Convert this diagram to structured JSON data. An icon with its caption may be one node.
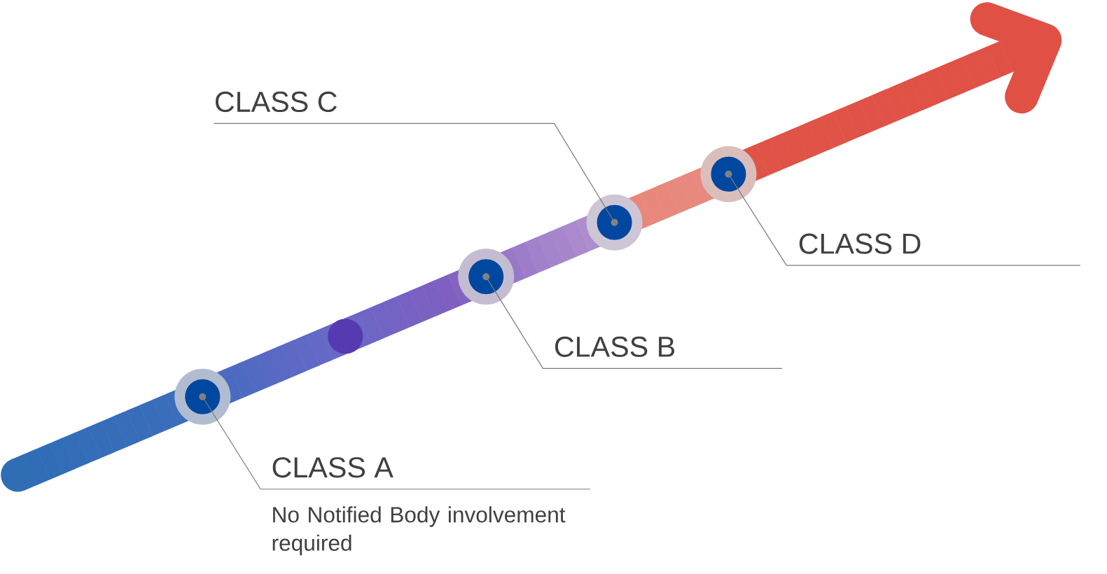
{
  "diagram": {
    "nodes": [
      {
        "text": [],
        "shape": "circle"
      },
      {
        "text": [],
        "shape": "circle"
      },
      {
        "text": [],
        "shape": "circle"
      },
      {
        "text": [],
        "shape": "circle"
      },
      {
        "text": [],
        "shape": "circle"
      },
      {
        "text": [
          "CLASS A"
        ],
        "beside": [
          "No Notified Body involvement required"
        ]
      },
      {
        "text": [
          "CLASS B"
        ]
      },
      {
        "text": [
          "CLASS C"
        ]
      },
      {
        "text": [
          "CLASS D"
        ]
      }
    ],
    "edges": [
      {
        "from": 5,
        "to": 0,
        "arrow": "none"
      },
      {
        "from": 6,
        "to": 2,
        "arrow": "none"
      },
      {
        "from": 7,
        "to": 3,
        "arrow": "none"
      },
      {
        "from": 8,
        "to": 4,
        "arrow": "none"
      }
    ]
  }
}
